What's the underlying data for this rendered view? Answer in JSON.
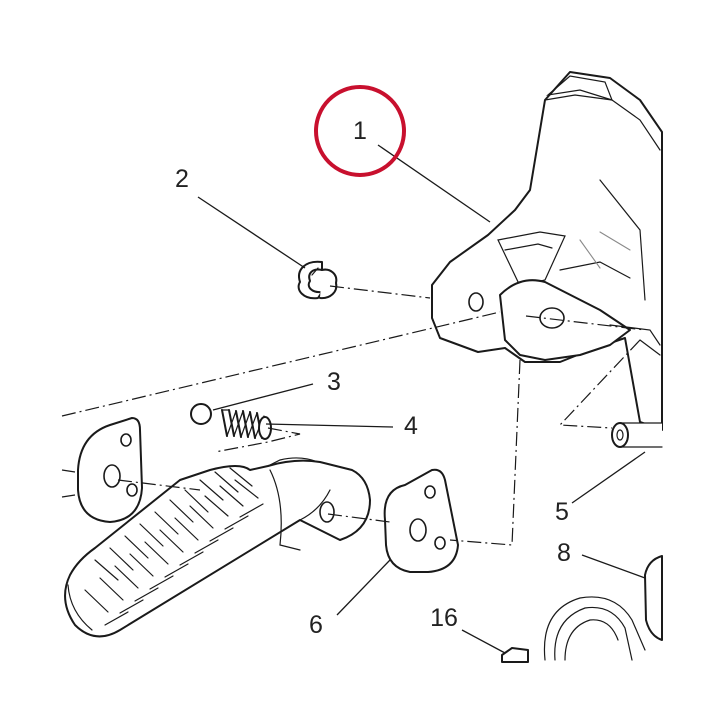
{
  "highlight_color": "#c8102e",
  "highlighted_part": "1",
  "callouts": {
    "c1": "1",
    "c2": "2",
    "c3": "3",
    "c4": "4",
    "c5": "5",
    "c6": "6",
    "c8": "8",
    "c16": "16"
  }
}
